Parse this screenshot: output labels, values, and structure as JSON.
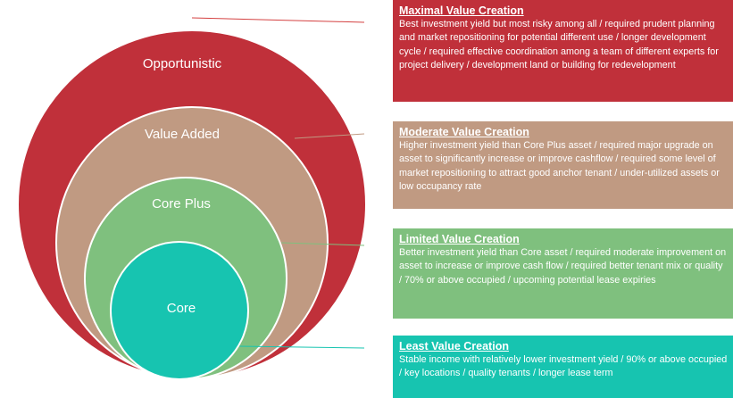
{
  "colors": {
    "opportunistic": "#c0303a",
    "value_added": "#c09a82",
    "core_plus": "#7fc07e",
    "core": "#17c4b0",
    "outline": "#ffffff"
  },
  "circles": [
    {
      "key": "opportunistic",
      "label": "Opportunistic",
      "color": "#c0303a"
    },
    {
      "key": "value_added",
      "label": "Value Added",
      "color": "#c09a82"
    },
    {
      "key": "core_plus",
      "label": "Core Plus",
      "color": "#7fc07e"
    },
    {
      "key": "core",
      "label": "Core",
      "color": "#17c4b0"
    }
  ],
  "boxes": [
    {
      "key": "maximal",
      "title": "Maximal Value Creation",
      "description": "Best investment yield but most risky among all / required prudent planning and market repositioning for potential different use / longer development cycle / required effective coordination among a team of different experts for project delivery / development land or building for redevelopment",
      "color": "#c0303a"
    },
    {
      "key": "moderate",
      "title": "Moderate Value Creation",
      "description": "Higher investment yield than Core Plus asset / required major upgrade on asset to significantly increase or improve cashflow / required some level of market repositioning to attract good anchor tenant / under-utilized assets or low occupancy rate",
      "color": "#c09a82"
    },
    {
      "key": "limited",
      "title": "Limited Value Creation",
      "description": "Better investment yield than Core asset / required moderate improvement on asset to increase or improve cash flow / required better tenant mix or quality / 70% or above occupied / upcoming potential lease expiries",
      "color": "#7fc07e"
    },
    {
      "key": "least",
      "title": "Least  Value Creation",
      "description": "Stable income with relatively lower investment yield / 90% or above occupied / key locations / quality tenants / longer lease term",
      "color": "#17c4b0"
    }
  ]
}
